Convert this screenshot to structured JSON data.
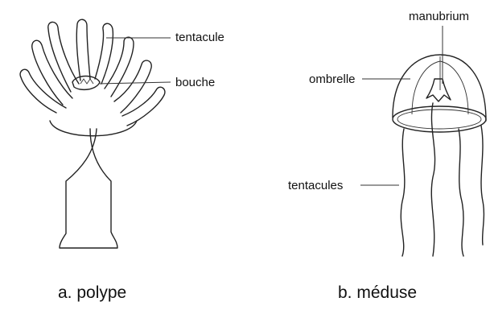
{
  "polype": {
    "caption": "a. polype",
    "labels": {
      "tentacule": "tentacule",
      "bouche": "bouche"
    }
  },
  "meduse": {
    "caption": "b. méduse",
    "labels": {
      "manubrium": "manubrium",
      "ombrelle": "ombrelle",
      "tentacules": "tentacules"
    }
  }
}
